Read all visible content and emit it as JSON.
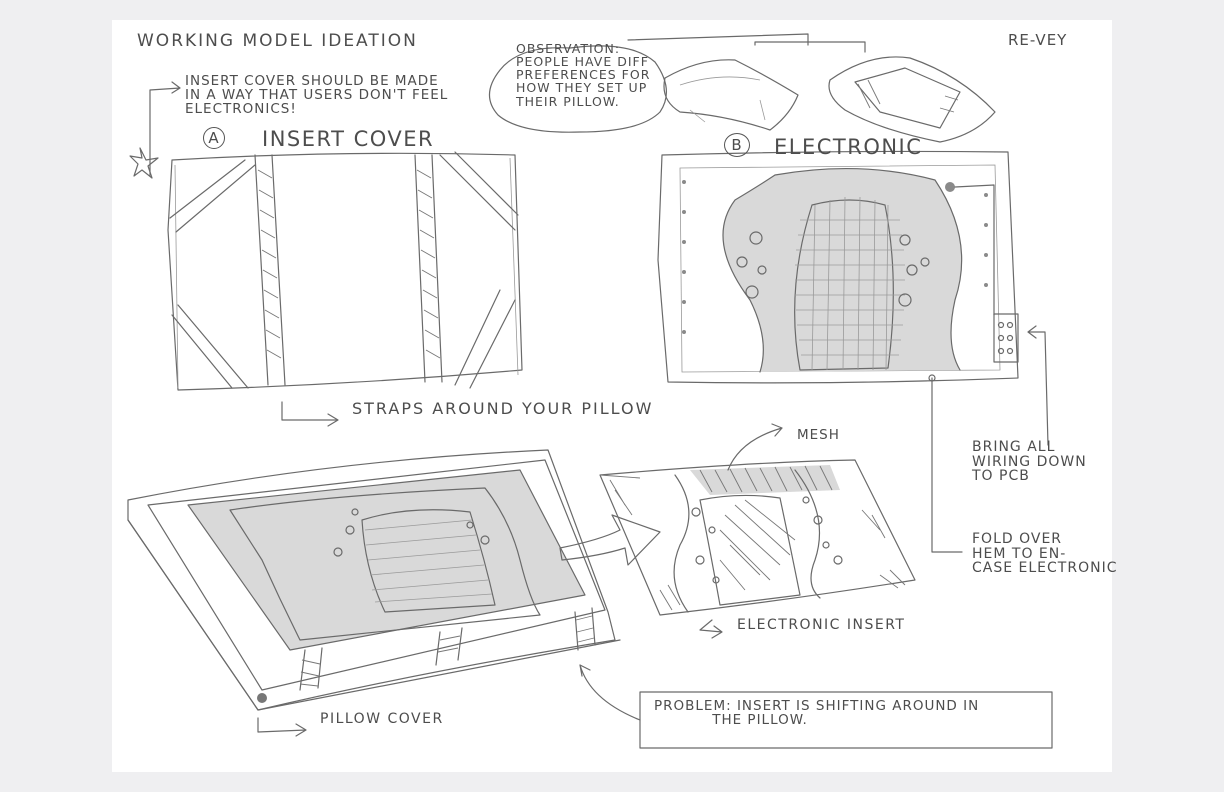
{
  "title": "WORKING MODEL IDEATION",
  "corner_note": "RE-VEY",
  "top_note": "INSERT COVER SHOULD BE MADE\nIN A WAY THAT USERS DON'T FEEL\nELECTRONICS!",
  "observation": "OBSERVATION:\nPEOPLE HAVE DIFF\nPREFERENCES FOR\nHOW THEY SET UP\nTHEIR PILLOW.",
  "section_a": {
    "marker": "A",
    "label": "INSERT COVER"
  },
  "section_b": {
    "marker": "B",
    "label": "ELECTRONIC"
  },
  "straps_label": "STRAPS AROUND YOUR PILLOW",
  "mesh_label": "MESH",
  "electronic_insert_label": "ELECTRONIC INSERT",
  "pillow_cover_label": "PILLOW COVER",
  "note_wiring": "BRING ALL\nWIRING DOWN\nTO PCB",
  "note_fold": "FOLD OVER\nHEM TO EN-\nCASE ELECTRONIC",
  "problem": "PROBLEM: INSERT IS SHIFTING AROUND IN\n           THE PILLOW."
}
